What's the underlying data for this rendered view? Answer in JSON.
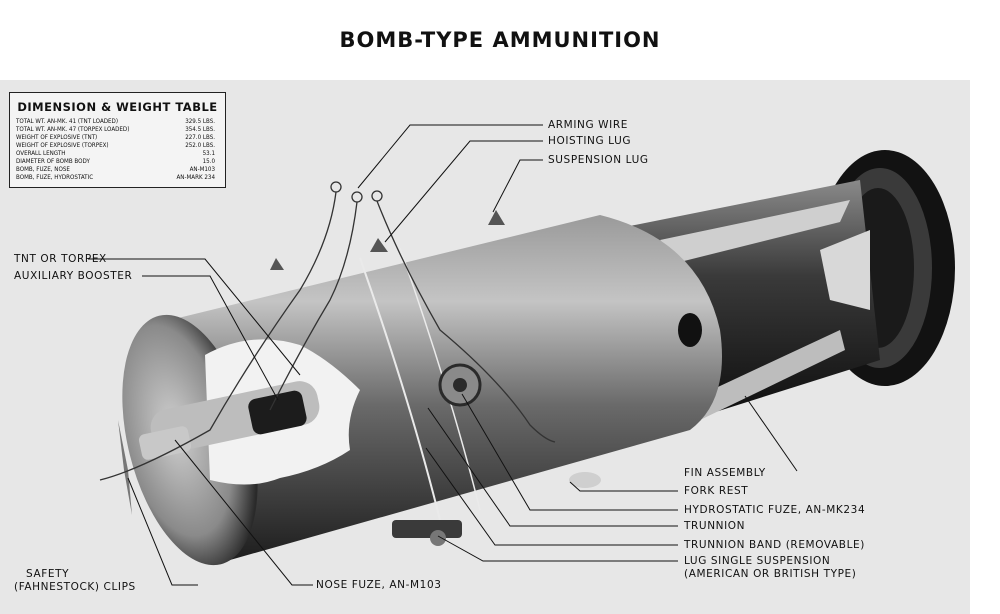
{
  "title": "BOMB-TYPE AMMUNITION",
  "table": {
    "heading": "DIMENSION & WEIGHT TABLE",
    "rows": [
      {
        "label": "TOTAL WT. AN-MK. 41 (TNT LOADED)",
        "value": "329.5 LBS."
      },
      {
        "label": "TOTAL WT. AN-MK. 47 (TORPEX LOADED)",
        "value": "354.5 LBS."
      },
      {
        "label": "WEIGHT OF EXPLOSIVE (TNT)",
        "value": "227.0 LBS."
      },
      {
        "label": "WEIGHT OF EXPLOSIVE (TORPEX)",
        "value": "252.0 LBS."
      },
      {
        "label": "OVERALL LENGTH",
        "value": "53.1"
      },
      {
        "label": "DIAMETER OF BOMB BODY",
        "value": "15.0"
      },
      {
        "label": "BOMB, FUZE, NOSE",
        "value": "AN-M103"
      },
      {
        "label": "BOMB, FUZE, HYDROSTATIC",
        "value": "AN-MARK 234"
      }
    ]
  },
  "callouts": {
    "arming_wire": "ARMING WIRE",
    "hoisting_lug": "HOISTING LUG",
    "suspension_lug": "SUSPENSION LUG",
    "tnt_or_torpex": "TNT OR TORPEX",
    "auxiliary_booster": "AUXILIARY BOOSTER",
    "fin_assembly": "FIN ASSEMBLY",
    "fork_rest": "FORK REST",
    "hydrostatic_fuze": "HYDROSTATIC FUZE, AN-MK234",
    "trunnion": "TRUNNION",
    "trunnion_band": "TRUNNION BAND (REMOVABLE)",
    "lug_single_suspension_1": "LUG SINGLE SUSPENSION",
    "lug_single_suspension_2": "(AMERICAN OR BRITISH TYPE)",
    "safety_clips_1": "SAFETY",
    "safety_clips_2": "(FAHNESTOCK) CLIPS",
    "nose_fuze": "NOSE FUZE, AN-M103"
  }
}
